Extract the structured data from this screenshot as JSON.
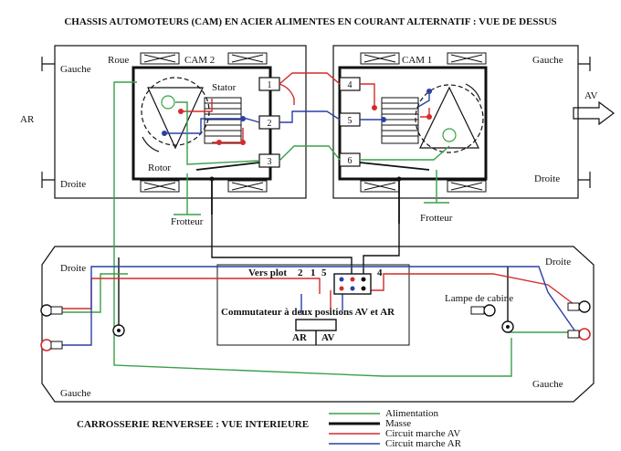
{
  "title": "CHASSIS AUTOMOTEURS (CAM) EN ACIER ALIMENTES EN COURANT ALTERNATIF : VUE DE DESSUS",
  "top": {
    "roue": "Roue",
    "cam2": "CAM 2",
    "cam1": "CAM 1",
    "stator": "Stator",
    "rotor": "Rotor",
    "gauche_left": "Gauche",
    "gauche_right": "Gauche",
    "droite_left": "Droite",
    "droite_right": "Droite",
    "frotteur_left": "Frotteur",
    "frotteur_right": "Frotteur",
    "ar": "AR",
    "av": "AV",
    "terminals": [
      "1",
      "2",
      "3",
      "4",
      "5",
      "6"
    ]
  },
  "bottom": {
    "subtitle": "CARROSSERIE RENVERSEE : VUE INTERIEURE",
    "droite_left": "Droite",
    "droite_right": "Droite",
    "gauche_left": "Gauche",
    "gauche_right": "Gauche",
    "vers_plot": "Vers plot",
    "plot_numbers": [
      "2",
      "1",
      "5",
      "4"
    ],
    "commutateur": "Commutateur à deux positions AV et AR",
    "switch_ar": "AR",
    "switch_av": "AV",
    "lampe": "Lampe de cabine"
  },
  "legend": [
    {
      "label": "Alimentation",
      "color": "#3aa04a"
    },
    {
      "label": "Masse",
      "color": "#111111"
    },
    {
      "label": "Circuit marche AV",
      "color": "#d42b2b"
    },
    {
      "label": "Circuit marche AR",
      "color": "#2b3fa8"
    }
  ]
}
